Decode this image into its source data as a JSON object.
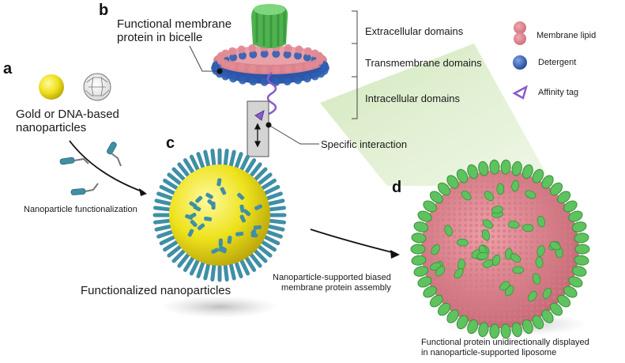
{
  "panels": {
    "a": "a",
    "b": "b",
    "c": "c",
    "d": "d"
  },
  "labels": {
    "membrane_protein": "Functional membrane\nprotein in bicelle",
    "extracellular": "Extracellular domains",
    "transmembrane": "Transmembrane domains",
    "intracellular": "Intracellular domains",
    "gold_dna": "Gold or DNA-based\nnanoparticles",
    "functionalization": "Nanoparticle functionalization",
    "specific_interaction": "Specific interaction",
    "functionalized_np": "Functionalized nanoparticles",
    "assembly": "Nanoparticle-supported biased\nmembrane protein assembly",
    "displayed": "Functional protein unidirectionally displayed\nin nanoparticle-supported liposome"
  },
  "legend": [
    {
      "label": "Membrane lipid",
      "symbol": "lipid"
    },
    {
      "label": "Detergent",
      "symbol": "detergent"
    },
    {
      "label": "Affinity tag",
      "symbol": "tag"
    }
  ],
  "colors": {
    "lipid": "#e28a93",
    "detergent": "#2f5fb3",
    "protein": "#5ec25e",
    "gold": "#e9e21a",
    "ligand": "#3f8fa6",
    "tag": "#8a5cc9",
    "beam": "#cfe6b8"
  }
}
